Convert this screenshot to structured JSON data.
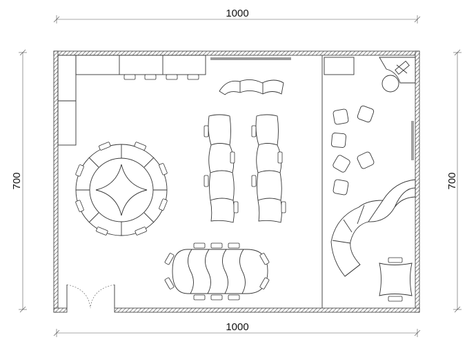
{
  "dimensions": {
    "top": "1000",
    "bottom": "1000",
    "left": "700",
    "right": "700"
  }
}
